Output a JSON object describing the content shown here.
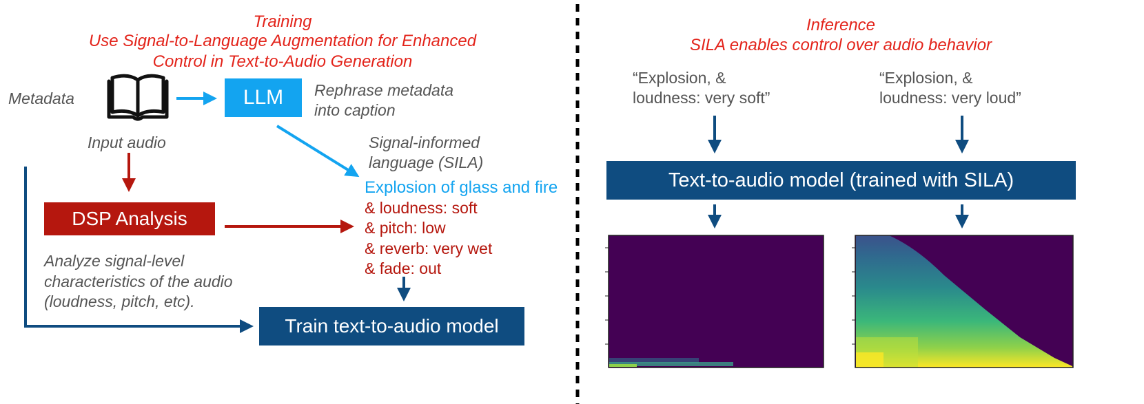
{
  "training": {
    "title": "Training",
    "subtitle_line1": "Use Signal-to-Language Augmentation for Enhanced",
    "subtitle_line2": "Control in Text-to-Audio Generation",
    "metadata_label": "Metadata",
    "input_audio_label": "Input audio",
    "llm_label": "LLM",
    "llm_desc_line1": "Rephrase metadata",
    "llm_desc_line2": "into caption",
    "sila_label_line1": "Signal-informed",
    "sila_label_line2": "language (SILA)",
    "dsp_label": "DSP Analysis",
    "dsp_desc_line1": "Analyze signal-level",
    "dsp_desc_line2": "characteristics of the audio",
    "dsp_desc_line3": "(loudness, pitch, etc).",
    "caption_main": "Explosion of glass and fire",
    "caption_attrs": [
      "& loudness: soft",
      "& pitch: low",
      "& reverb: very wet",
      "& fade: out"
    ],
    "train_label": "Train text-to-audio model"
  },
  "inference": {
    "title": "Inference",
    "subtitle": "SILA enables control over audio behavior",
    "prompt_soft_line1": "“Explosion, &",
    "prompt_soft_line2": "loudness: very soft”",
    "prompt_loud_line1": "“Explosion, &",
    "prompt_loud_line2": "loudness: very loud”",
    "model_label": "Text-to-audio model (trained with SILA)"
  },
  "colors": {
    "red_text": "#e3241b",
    "llm_blue": "#13a4f0",
    "navy": "#0f4c80",
    "dsp_red": "#b5170e",
    "spectrogram_bg": "#440154"
  },
  "icons": [
    "book-icon",
    "waveform-icon"
  ]
}
